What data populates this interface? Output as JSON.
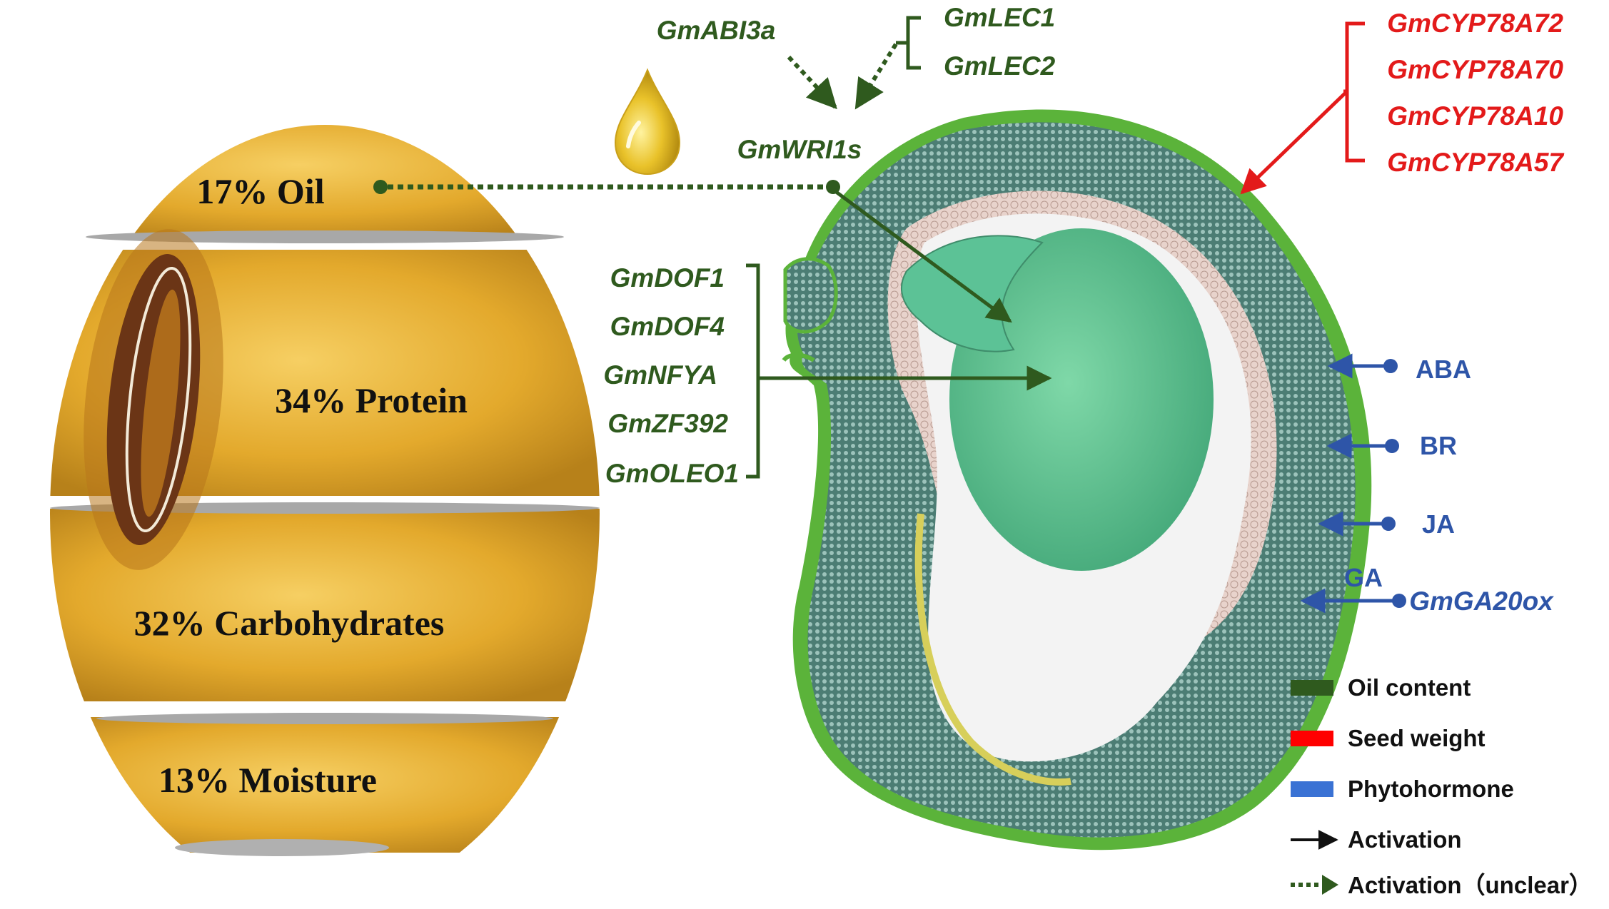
{
  "seed_fractions": {
    "oil": "17% Oil",
    "protein": "34% Protein",
    "carbohydrates": "32% Carbohydrates",
    "moisture": "13% Moisture"
  },
  "oil_genes": {
    "abi3a": "GmABI3a",
    "lec1": "GmLEC1",
    "lec2": "GmLEC2",
    "wri1s": "GmWRI1s",
    "list": [
      "GmDOF1",
      "GmDOF4",
      "GmNFYA",
      "GmZF392",
      "GmOLEO1"
    ]
  },
  "seed_weight_genes": [
    "GmCYP78A72",
    "GmCYP78A70",
    "GmCYP78A10",
    "GmCYP78A57"
  ],
  "phytohormones": {
    "aba": "ABA",
    "br": "BR",
    "ja": "JA",
    "ga": "GA",
    "ga20ox": "GmGA20ox"
  },
  "legend": {
    "oil_content": "Oil content",
    "seed_weight": "Seed weight",
    "phytohormone": "Phytohormone",
    "activation": "Activation",
    "activation_unclear": "Activation（unclear）"
  },
  "colors": {
    "oil": "#2f5a1e",
    "seed_weight": "#e31a1a",
    "phytohormone": "#2e55a8",
    "seed_gold": "#e0a92e"
  }
}
